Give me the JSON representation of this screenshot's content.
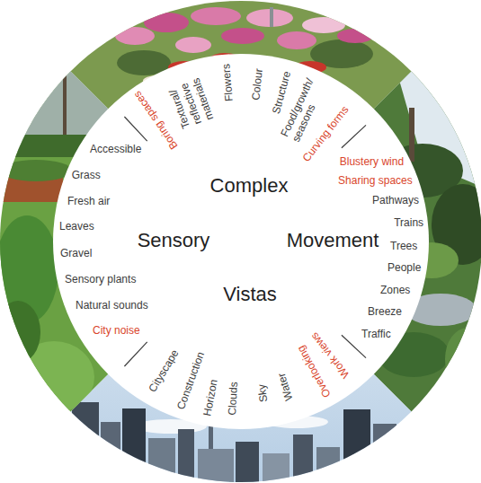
{
  "diagram": {
    "nodes": [
      {
        "text": [
          "Complex",
          "Sensory",
          "Movement",
          "Vistas"
        ]
      }
    ],
    "labels": [
      "Boring spaces",
      "Textural/ reflective materials",
      "Flowers",
      "Colour",
      "Structure",
      "Food/growth/ seasons",
      "Curving forms",
      "Blustery wind",
      "Sharing spaces",
      "Pathways",
      "Trains",
      "Trees",
      "People",
      "Zones",
      "Breeze",
      "Traffic",
      "Work views",
      "Overlooking",
      "Water",
      "Sky",
      "Clouds",
      "Horizon",
      "Construction",
      "Cityscape",
      "City noise",
      "Natural sounds",
      "Sensory plants",
      "Gravel",
      "Leaves",
      "Fresh air",
      "Grass",
      "Accessible"
    ]
  }
}
